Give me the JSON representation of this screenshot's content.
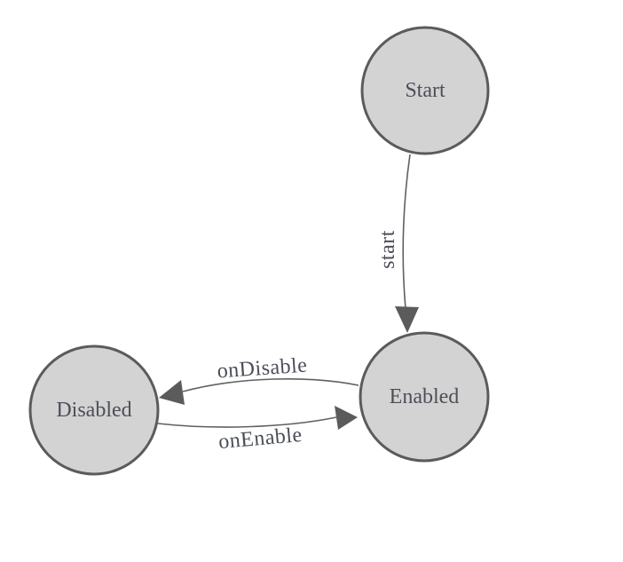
{
  "colors": {
    "canvas-bg": "#ffffff",
    "node-fill": "#d3d3d3",
    "node-stroke": "#5b5b5b",
    "edge-stroke": "#606060",
    "label-color": "#4c4f57"
  },
  "diagram": {
    "type": "state-machine",
    "nodes": [
      {
        "id": "start",
        "label": "Start"
      },
      {
        "id": "enabled",
        "label": "Enabled"
      },
      {
        "id": "disabled",
        "label": "Disabled"
      }
    ],
    "edges": [
      {
        "from": "Start",
        "to": "Enabled",
        "label": "start"
      },
      {
        "from": "Enabled",
        "to": "Disabled",
        "label": "onDisable"
      },
      {
        "from": "Disabled",
        "to": "Enabled",
        "label": "onEnable"
      }
    ]
  }
}
